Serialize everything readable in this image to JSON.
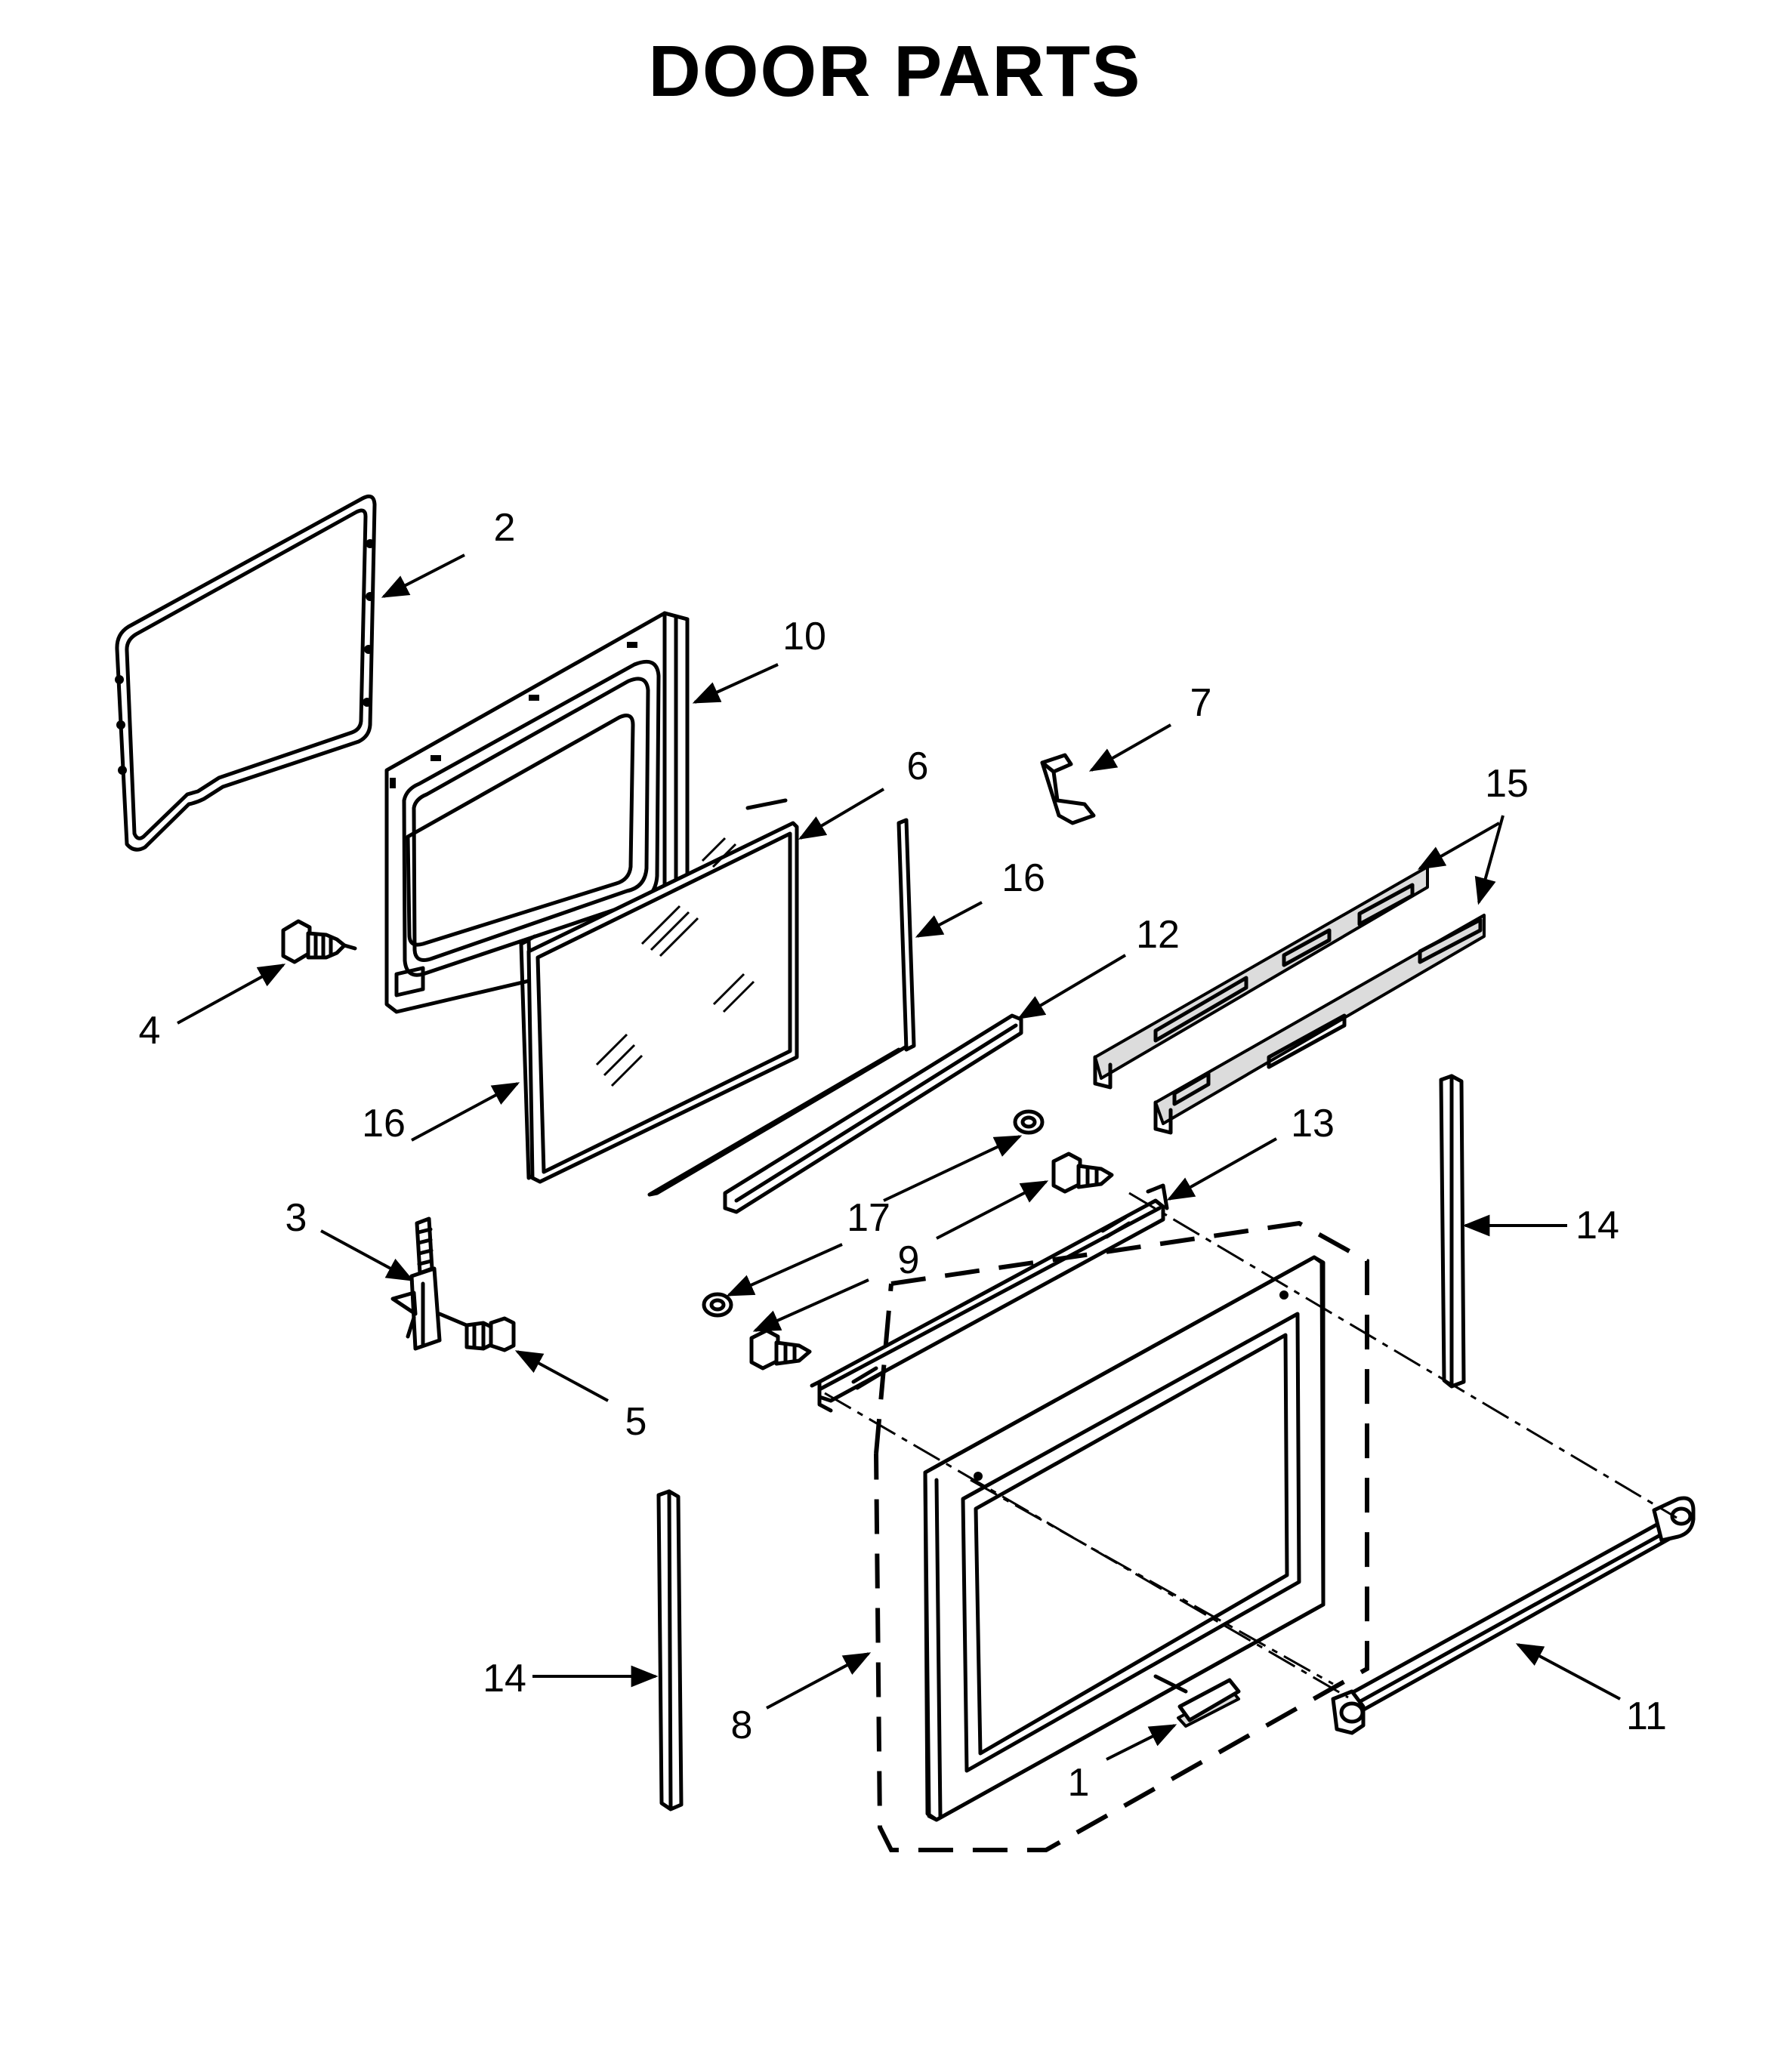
{
  "title": "DOOR PARTS",
  "callouts": {
    "c1": "1",
    "c2": "2",
    "c3": "3",
    "c4": "4",
    "c5": "5",
    "c6": "6",
    "c7": "7",
    "c8": "8",
    "c9": "9",
    "c10": "10",
    "c11": "11",
    "c12": "12",
    "c13": "13",
    "c14a": "14",
    "c14b": "14",
    "c15": "15",
    "c16a": "16",
    "c16b": "16",
    "c17": "17"
  }
}
